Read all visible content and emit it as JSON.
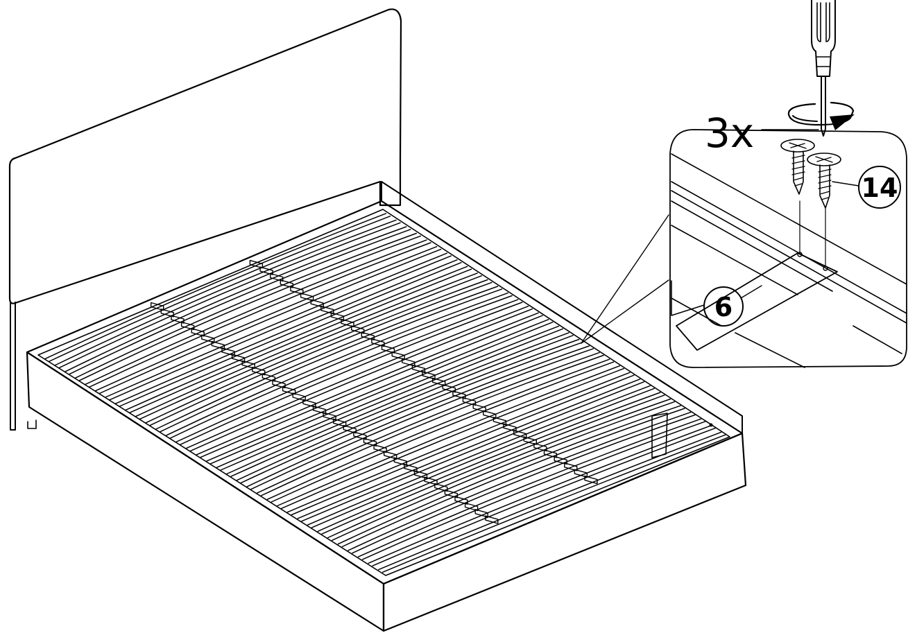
{
  "instruction": {
    "quantity": "3x",
    "callout_screw": "14",
    "callout_plate": "6"
  },
  "colors": {
    "ink": "#000000",
    "paper": "#ffffff"
  },
  "icons": [
    "screwdriver-icon",
    "rotation-arrow-icon",
    "screw-icon"
  ]
}
